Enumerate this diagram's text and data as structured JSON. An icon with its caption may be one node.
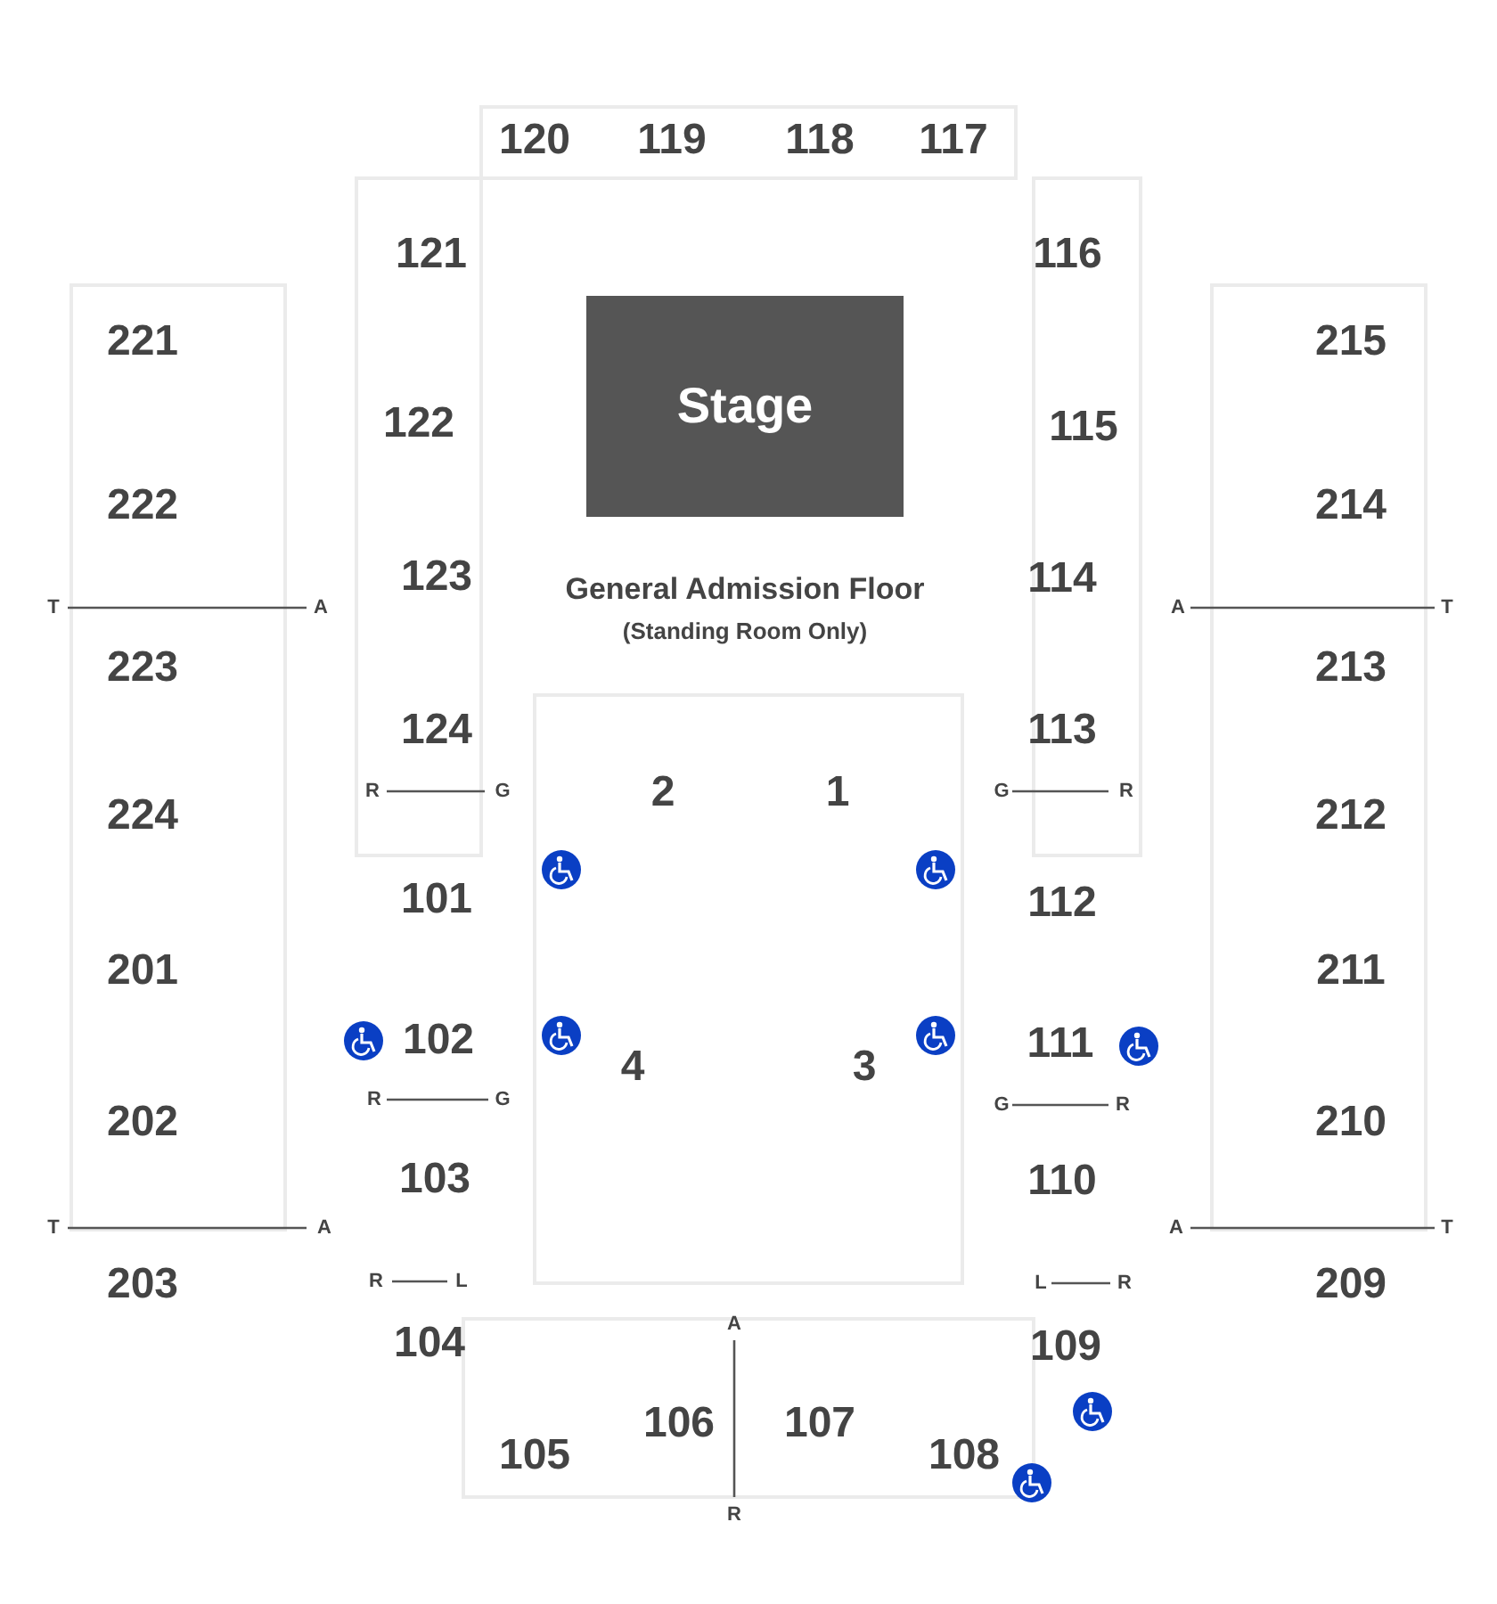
{
  "diagram": {
    "nodes": [
      {
        "text": [
          "Stage"
        ]
      }
    ],
    "edges": [],
    "labels": [
      "120",
      "119",
      "118",
      "117",
      "121",
      "116",
      "221",
      "215",
      "122",
      "115",
      "222",
      "214",
      "123",
      "General Admission Floor",
      "114",
      "T",
      "A",
      "A",
      "T",
      "(Standing Room Only)",
      "223",
      "213",
      "124",
      "113",
      "2",
      "1",
      "R",
      "G",
      "G",
      "R",
      "224",
      "212",
      "101",
      "112",
      "201",
      "211",
      "102",
      "111",
      "4",
      "3",
      "R",
      "G",
      "G",
      "R",
      "202",
      "210",
      "103",
      "110",
      "T",
      "A",
      "A",
      "T",
      "203",
      "R",
      "L",
      "L",
      "R",
      "209",
      "A",
      "104",
      "109",
      "106",
      "107",
      "105",
      "108",
      "R"
    ]
  }
}
